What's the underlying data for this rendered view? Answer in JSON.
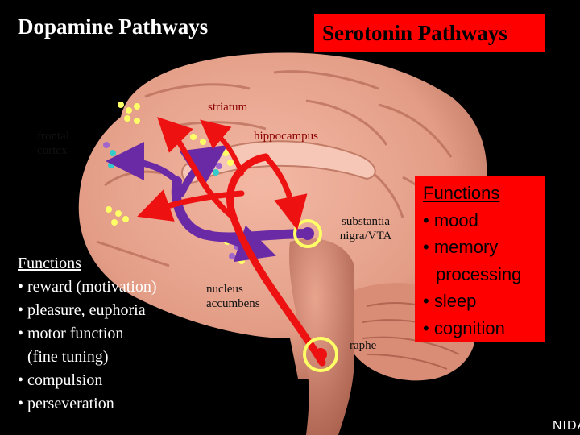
{
  "titles": {
    "dopamine": "Dopamine Pathways",
    "serotonin": "Serotonin Pathways"
  },
  "regions": {
    "frontal_cortex": "frontal cortex",
    "striatum": "striatum",
    "hippocampus": "hippocampus",
    "substantia_nigra_vta": "substantia nigra/VTA",
    "nucleus_accumbens": "nucleus accumbens",
    "raphe": "raphe"
  },
  "dopamine_functions": {
    "heading": "Functions",
    "items": [
      "• reward (motivation)",
      "• pleasure, euphoria",
      "• motor function",
      "(fine tuning)",
      "• compulsion",
      "• perseveration"
    ]
  },
  "serotonin_functions": {
    "heading": "Functions",
    "items": [
      "• mood",
      "• memory",
      "processing",
      "• sleep",
      "• cognition"
    ]
  },
  "credit": "NIDA",
  "colors": {
    "background": "#000000",
    "brain": "#e8a48f",
    "dopamine_pathway": "#6a2aa6",
    "serotonin_pathway": "#ee1111",
    "serotonin_box": "#ff0000",
    "nucleus_ring": "#ffff66"
  }
}
